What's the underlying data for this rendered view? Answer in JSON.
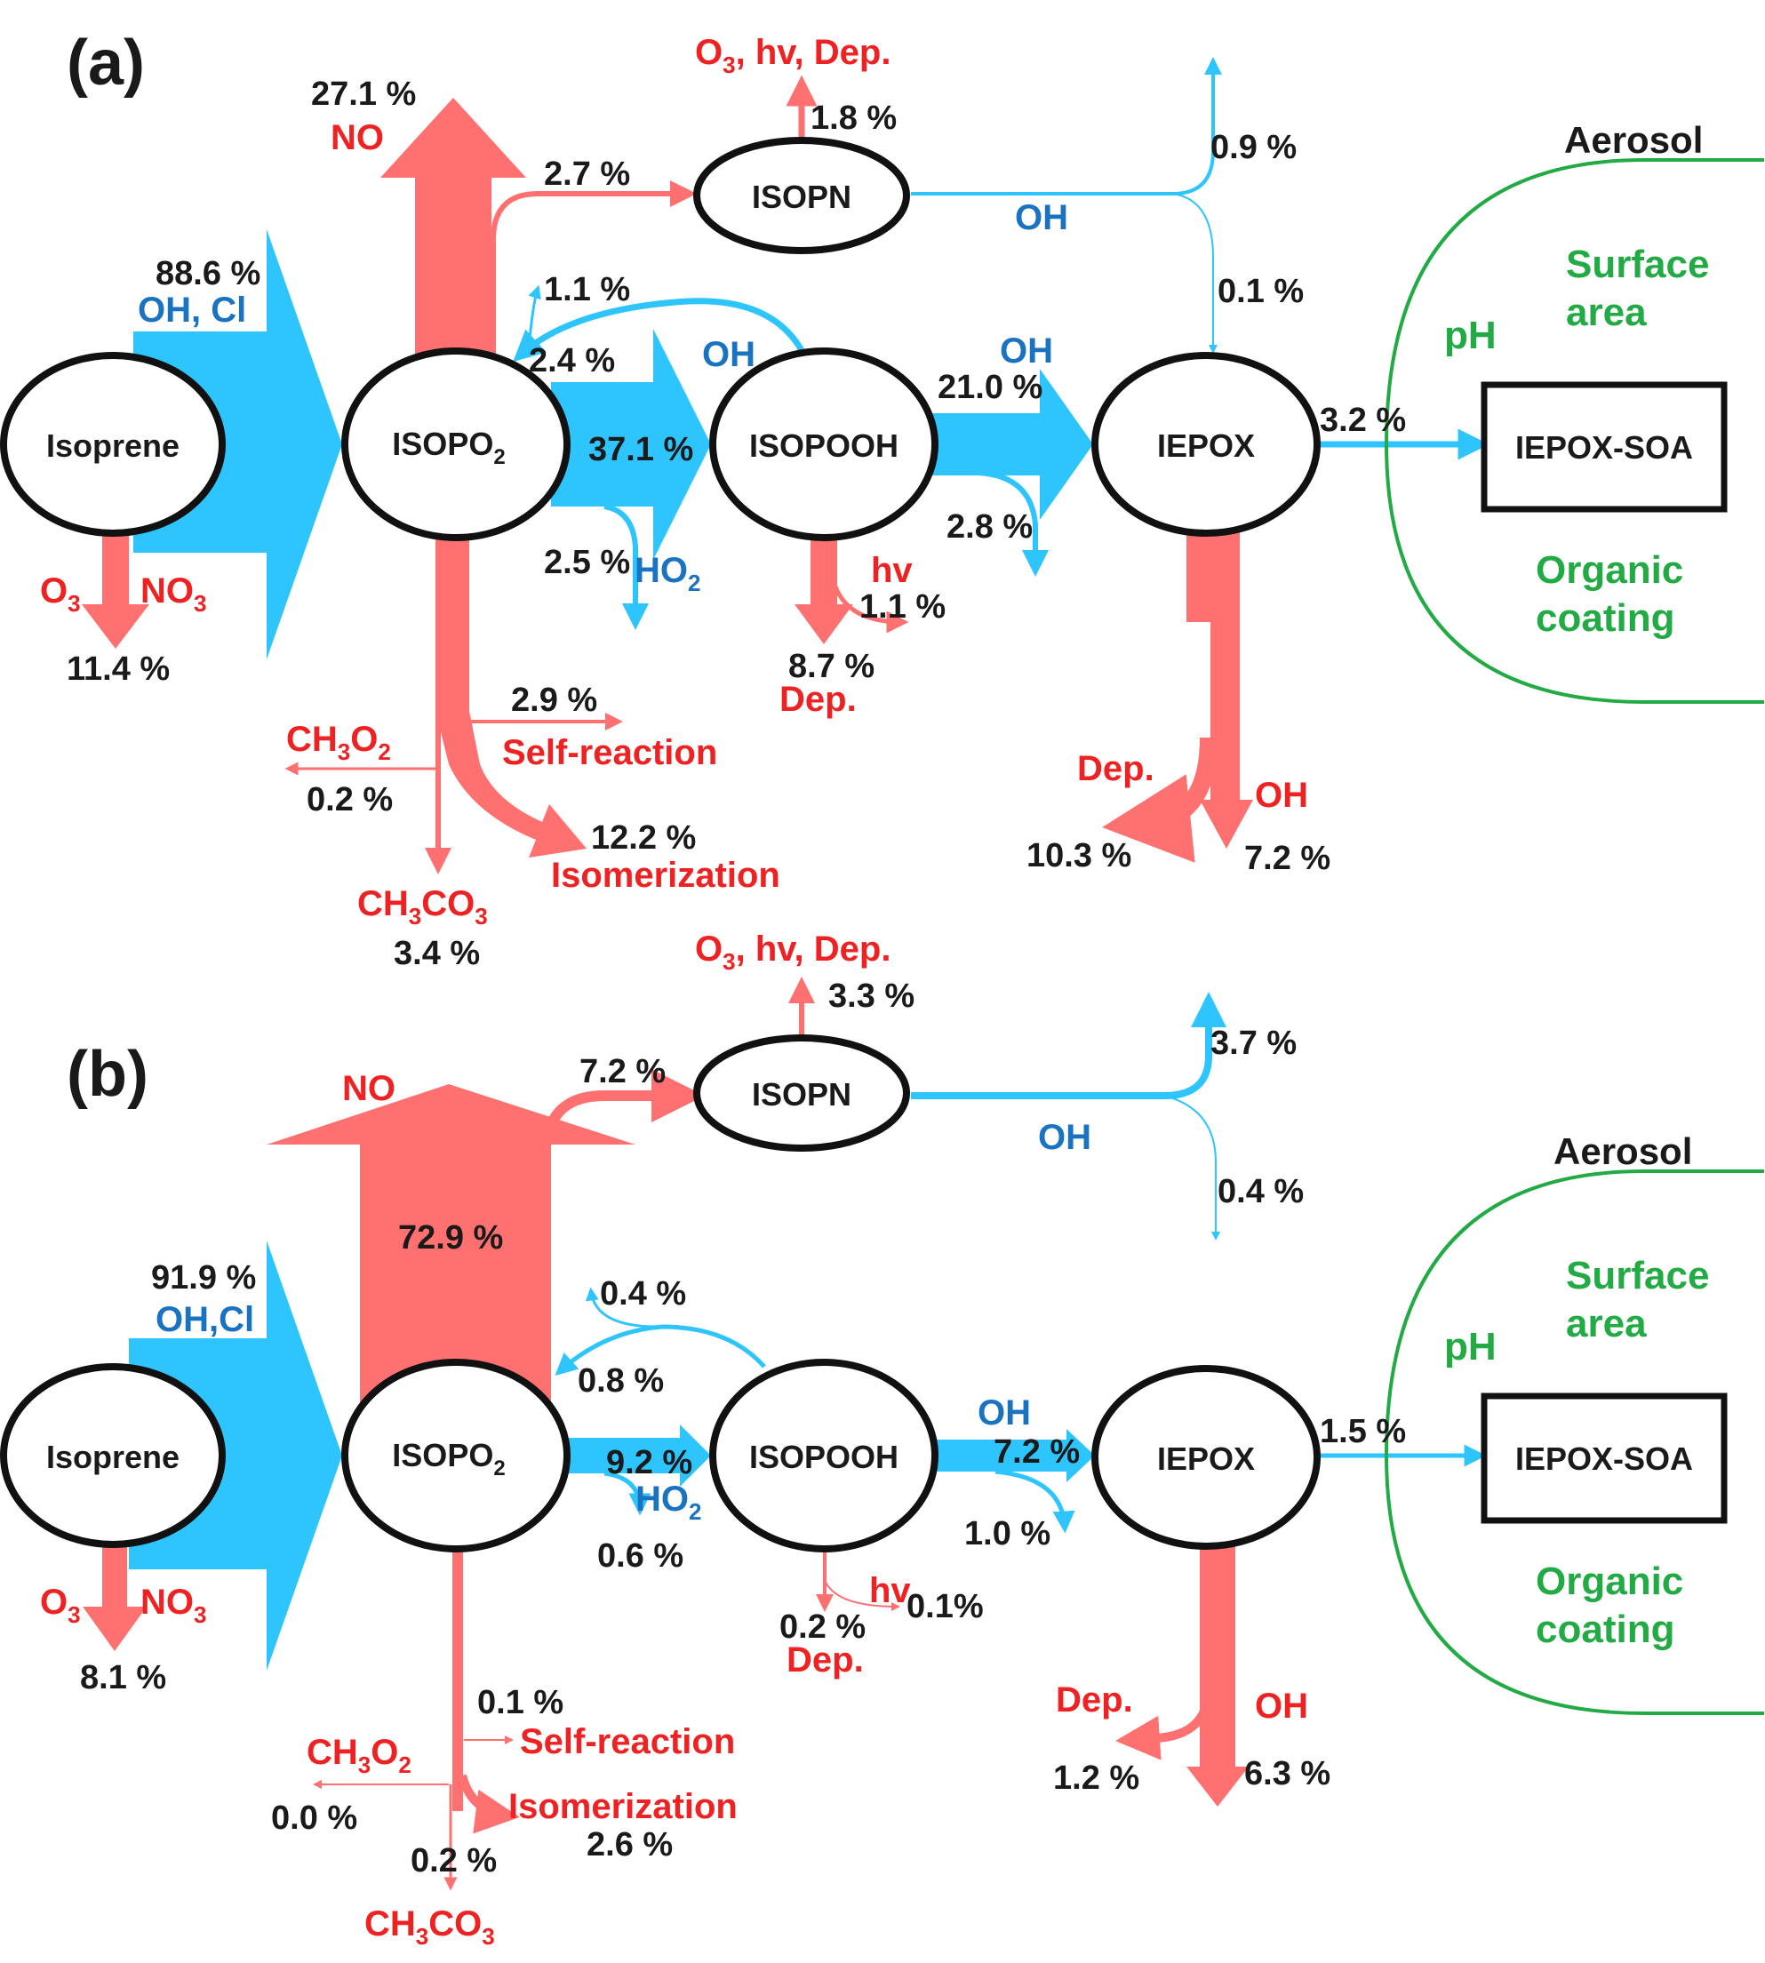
{
  "colors": {
    "red_flux": "#ff7070",
    "blue_flux": "#2ec5ff",
    "red_text": "#ee2222",
    "blue_text": "#1a73c0",
    "green": "#22aa44"
  },
  "nodes": {
    "isoprene": "Isoprene",
    "isopo2": "ISOPO",
    "isopo2_sub": "2",
    "isopooh": "ISOPOOH",
    "isopn": "ISOPN",
    "iepox": "IEPOX",
    "iepox_soa": "IEPOX-SOA"
  },
  "aerosol": {
    "title": "Aerosol",
    "surface": "Surface",
    "area": "area",
    "ph": "pH",
    "organic": "Organic",
    "coating": "coating"
  },
  "labels": {
    "oh_cl_a": "OH, Cl",
    "oh_cl_b": "OH,Cl",
    "no": "NO",
    "o3": "O",
    "o3_sub": "3",
    "no3": "NO",
    "no3_sub": "3",
    "o3_hv_dep_1": "O",
    "o3_hv_dep_sub": "3",
    "o3_hv_dep_2": ", hv, Dep.",
    "oh": "OH",
    "ho2": "HO",
    "ho2_sub": "2",
    "hv": "hv",
    "dep": "Dep.",
    "self_reaction": "Self-reaction",
    "isomerization": "Isomerization",
    "ch3o2_a": "CH",
    "ch3o2_sub1": "3",
    "ch3o2_b": "O",
    "ch3o2_sub2": "2",
    "ch3co3_a": "CH",
    "ch3co3_sub1": "3",
    "ch3co3_b": "CO",
    "ch3co3_sub2": "3"
  },
  "panels": [
    {
      "letter": "(a)",
      "isoprene_ox": "88.6 %",
      "isoprene_o3_no3": "11.4 %",
      "no": "27.1 %",
      "isopn": "2.7 %",
      "isopn_o3": "1.8 %",
      "isopn_oh_out": "0.9 %",
      "isopn_iepox": "0.1 %",
      "isopooh_back_out": "1.1 %",
      "isopooh_back": "2.4 %",
      "isopooh": "37.1 %",
      "ho2_loss": "2.5 %",
      "self_reaction": "2.9 %",
      "ch3o2": "0.2 %",
      "isomerization": "12.2 %",
      "ch3co3": "3.4 %",
      "iepox": "21.0 %",
      "iepox_side": "2.8 %",
      "isopooh_hv": "1.1 %",
      "isopooh_dep": "8.7 %",
      "iepox_dep": "10.3 %",
      "iepox_oh": "7.2 %",
      "soa": "3.2 %"
    },
    {
      "letter": "(b)",
      "isoprene_ox": "91.9 %",
      "isoprene_o3_no3": "8.1 %",
      "no": "72.9 %",
      "isopn": "7.2 %",
      "isopn_o3": "3.3 %",
      "isopn_oh_out": "3.7 %",
      "isopn_iepox": "0.4 %",
      "isopooh_back_out": "0.4 %",
      "isopooh_back": "0.8 %",
      "isopooh": "9.2 %",
      "ho2_loss": "0.6 %",
      "self_reaction": "0.1 %",
      "ch3o2": "0.0 %",
      "isomerization": "2.6 %",
      "ch3co3": "0.2 %",
      "iepox": "7.2 %",
      "iepox_side": "1.0 %",
      "isopooh_hv": "0.1%",
      "isopooh_dep": "0.2 %",
      "iepox_dep": "1.2 %",
      "iepox_oh": "6.3 %",
      "soa": "1.5 %"
    }
  ]
}
